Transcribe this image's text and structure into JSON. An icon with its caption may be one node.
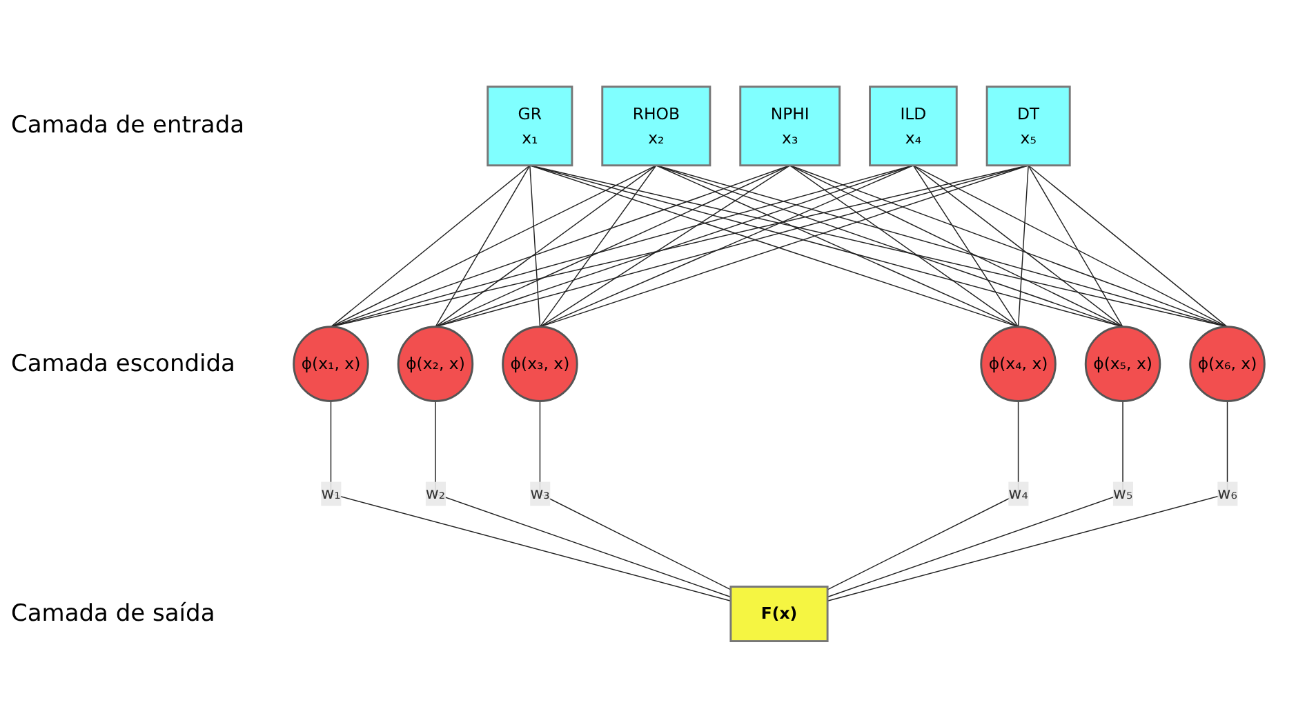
{
  "diagram": {
    "nodes": [
      {
        "text": [
          "GR",
          "x₁"
        ]
      },
      {
        "text": [
          "RHOB",
          "x₂"
        ]
      },
      {
        "text": [
          "NPHI",
          "x₃"
        ]
      },
      {
        "text": [
          "ILD",
          "x₄"
        ]
      },
      {
        "text": [
          "DT",
          "x₅"
        ]
      },
      {
        "text": [
          "ϕ(x₁, x)"
        ]
      },
      {
        "text": [
          "ϕ(x₂, x)"
        ]
      },
      {
        "text": [
          "ϕ(x₃, x)"
        ]
      },
      {
        "text": [
          "ϕ(x₄, x)"
        ]
      },
      {
        "text": [
          "ϕ(x₅, x)"
        ]
      },
      {
        "text": [
          "ϕ(x₆, x)"
        ]
      },
      {
        "text": [
          "F(x)"
        ]
      }
    ],
    "edges": [
      {
        "from": 0,
        "to": 5,
        "arrow": "none"
      },
      {
        "from": 0,
        "to": 6,
        "arrow": "none"
      },
      {
        "from": 0,
        "to": 7,
        "arrow": "none"
      },
      {
        "from": 0,
        "to": 8,
        "arrow": "none"
      },
      {
        "from": 0,
        "to": 9,
        "arrow": "none"
      },
      {
        "from": 0,
        "to": 10,
        "arrow": "none"
      },
      {
        "from": 1,
        "to": 5,
        "arrow": "none"
      },
      {
        "from": 1,
        "to": 6,
        "arrow": "none"
      },
      {
        "from": 1,
        "to": 7,
        "arrow": "none"
      },
      {
        "from": 1,
        "to": 8,
        "arrow": "none"
      },
      {
        "from": 1,
        "to": 9,
        "arrow": "none"
      },
      {
        "from": 1,
        "to": 10,
        "arrow": "none"
      },
      {
        "from": 2,
        "to": 5,
        "arrow": "none"
      },
      {
        "from": 2,
        "to": 6,
        "arrow": "none"
      },
      {
        "from": 2,
        "to": 7,
        "arrow": "none"
      },
      {
        "from": 2,
        "to": 8,
        "arrow": "none"
      },
      {
        "from": 2,
        "to": 9,
        "arrow": "none"
      },
      {
        "from": 2,
        "to": 10,
        "arrow": "none"
      },
      {
        "from": 3,
        "to": 5,
        "arrow": "none"
      },
      {
        "from": 3,
        "to": 6,
        "arrow": "none"
      },
      {
        "from": 3,
        "to": 7,
        "arrow": "none"
      },
      {
        "from": 3,
        "to": 8,
        "arrow": "none"
      },
      {
        "from": 3,
        "to": 9,
        "arrow": "none"
      },
      {
        "from": 3,
        "to": 10,
        "arrow": "none"
      },
      {
        "from": 4,
        "to": 5,
        "arrow": "none"
      },
      {
        "from": 4,
        "to": 6,
        "arrow": "none"
      },
      {
        "from": 4,
        "to": 7,
        "arrow": "none"
      },
      {
        "from": 4,
        "to": 8,
        "arrow": "none"
      },
      {
        "from": 4,
        "to": 9,
        "arrow": "none"
      },
      {
        "from": 4,
        "to": 10,
        "arrow": "none"
      },
      {
        "from": 5,
        "to": 11,
        "arrow": "none",
        "label": "w₁"
      },
      {
        "from": 6,
        "to": 11,
        "arrow": "none",
        "label": "w₂"
      },
      {
        "from": 7,
        "to": 11,
        "arrow": "none",
        "label": "w₃"
      },
      {
        "from": 8,
        "to": 11,
        "arrow": "none",
        "label": "w₄"
      },
      {
        "from": 9,
        "to": 11,
        "arrow": "none",
        "label": "w₅"
      },
      {
        "from": 10,
        "to": 11,
        "arrow": "none",
        "label": "w₆"
      }
    ],
    "labels": [
      "Camada de entrada",
      "Camada escondida",
      "Camada de saída"
    ]
  }
}
